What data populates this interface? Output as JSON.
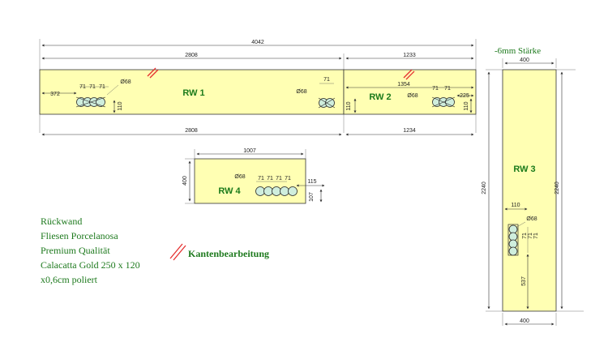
{
  "overall": {
    "total_width": "4042",
    "thickness_note": "-6mm Stärke"
  },
  "rw1": {
    "label": "RW 1",
    "top_width": "2808",
    "bottom_width": "2808",
    "left_offset": "372",
    "spacing": [
      "71",
      "71",
      "71"
    ],
    "diameter": "Ø68",
    "height_offset": "110"
  },
  "rw2": {
    "label": "RW 2",
    "top_width": "1233",
    "bottom_width": "1234",
    "offset_1354": "1354",
    "socket1_spacing": "71",
    "socket1_diameter": "Ø68",
    "socket2_spacing": [
      "71",
      "71"
    ],
    "socket2_diameter": "Ø68",
    "right_offset": "225",
    "height_left": "110",
    "height_right": "110"
  },
  "rw3": {
    "label": "RW 3",
    "top_width": "400",
    "bottom_width": "400",
    "height_left": "2240",
    "height_right": "2240",
    "socket_offset": "110",
    "diameter": "Ø68",
    "spacing": [
      "71",
      "71",
      "71"
    ],
    "bottom_offset": "537"
  },
  "rw4": {
    "label": "RW 4",
    "width": "1007",
    "height": "400",
    "diameter": "Ø68",
    "spacing": [
      "71",
      "71",
      "71",
      "71"
    ],
    "right_offset": "115",
    "height_offset": "107"
  },
  "description": {
    "lines": [
      "Rückwand",
      "Fliesen Porcelanosa",
      "Premium Qualität",
      "Calacatta Gold 250 x 120",
      "x0,6cm poliert"
    ]
  },
  "edge_label": "Kantenbearbeitung",
  "colors": {
    "panel_fill": "#ffffb3",
    "text_green": "#1e7a1e",
    "edge_mark": "#e53030",
    "socket_fill": "#cfeedd"
  }
}
